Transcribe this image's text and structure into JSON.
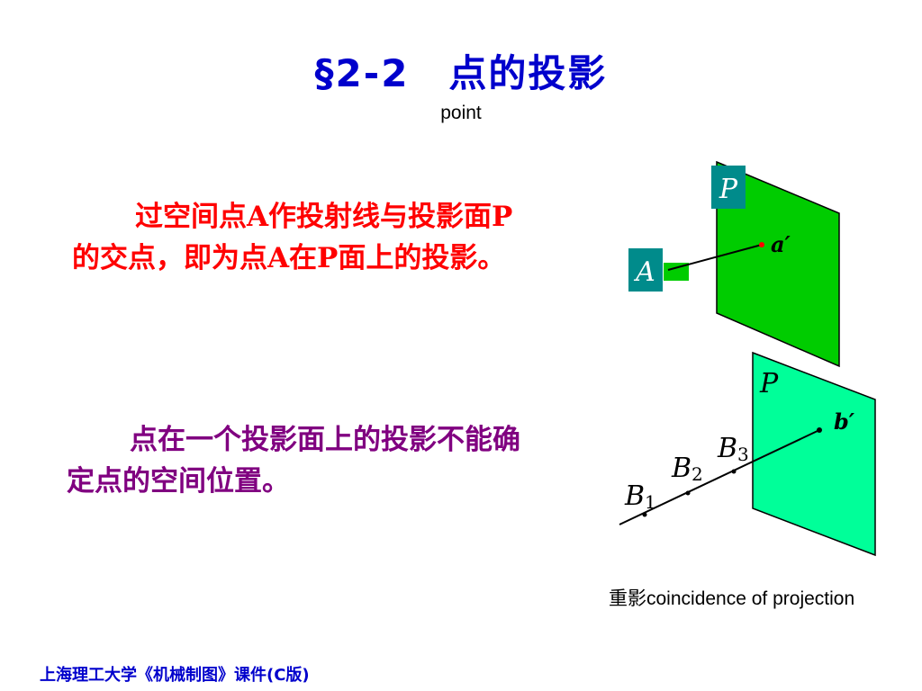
{
  "title": "§2-2　点的投影",
  "subtitle": "point",
  "paragraph1": "过空间点A作投射线与投影面P的交点，即为点A在P面上的投影。",
  "paragraph2": "点在一个投影面上的投影不能确定点的空间位置。",
  "figure1": {
    "plane_label": "P",
    "point_label": "A",
    "projection_label": "a′",
    "plane_color": "#00cc00",
    "label_box_color": "#008b8b"
  },
  "figure2": {
    "plane_label": "P",
    "projection_label": "b′",
    "points": [
      {
        "letter": "B",
        "sub": "1"
      },
      {
        "letter": "B",
        "sub": "2"
      },
      {
        "letter": "B",
        "sub": "3"
      }
    ],
    "plane_color": "#00ff99"
  },
  "caption": {
    "chinese": "重影",
    "english": "coincidence of projection"
  },
  "footer": "上海理工大学《机械制图》课件(C版)"
}
